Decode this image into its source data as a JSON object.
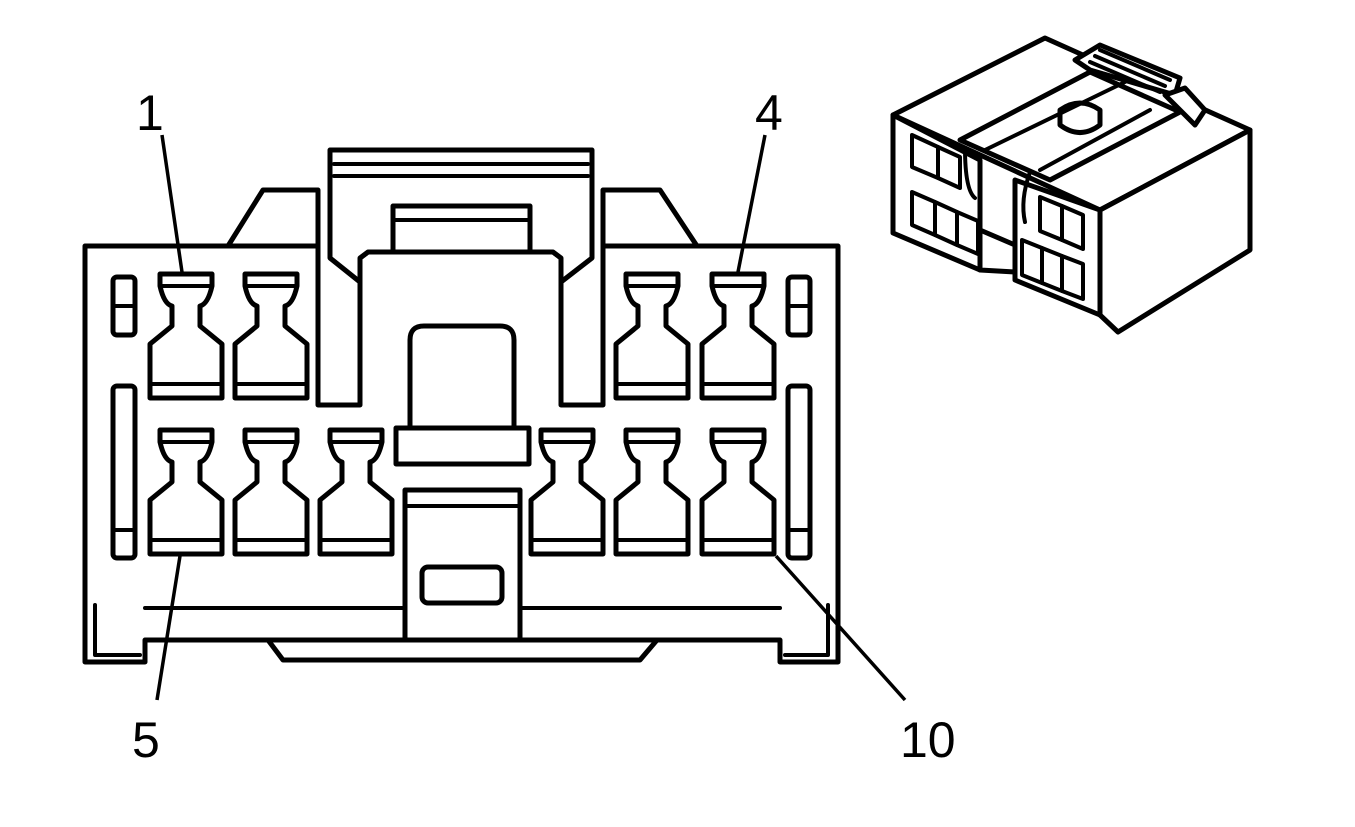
{
  "diagram": {
    "pin_labels": {
      "pin1": "1",
      "pin4": "4",
      "pin5": "5",
      "pin10": "10"
    },
    "line_color": "#000000",
    "background_color": "#ffffff"
  }
}
